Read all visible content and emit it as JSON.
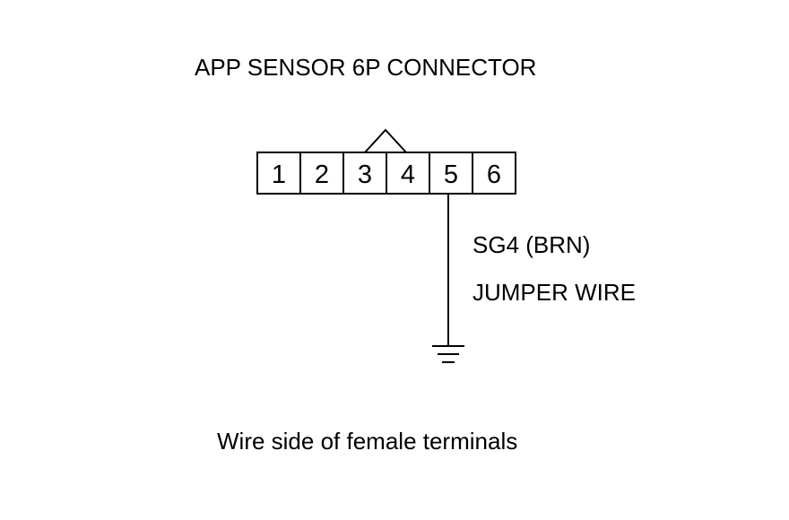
{
  "title": "APP SENSOR 6P CONNECTOR",
  "connector": {
    "pins": [
      "1",
      "2",
      "3",
      "4",
      "5",
      "6"
    ]
  },
  "wire_label": "SG4 (BRN)",
  "jumper_label": "JUMPER WIRE",
  "caption": "Wire side of female terminals",
  "ground_icon": "ground-icon",
  "colors": {
    "line": "#000000",
    "background": "#ffffff"
  }
}
